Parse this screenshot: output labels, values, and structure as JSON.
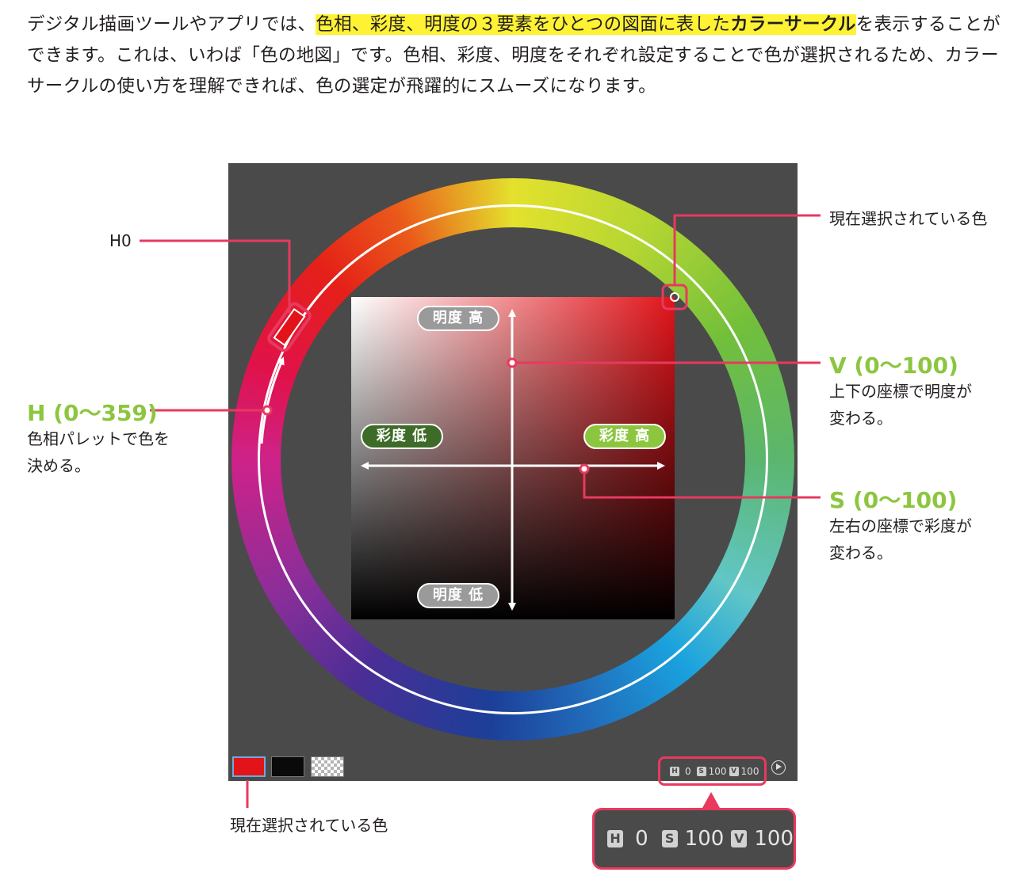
{
  "intro": {
    "part1": "デジタル描画ツールやアプリでは、",
    "highlight": "色相、彩度、明度の３要素をひとつの図面に表した",
    "highlight_bold": "カラーサークル",
    "part2": "を表示することができます。これは、いわば「色の地図」です。色相、彩度、明度をそれぞれ設定することで色が選択されるため、カラーサークルの使い方を理解できれば、色の選定が飛躍的にスムーズになります。"
  },
  "color_circle": {
    "pill_top": "明度 高",
    "pill_bottom": "明度 低",
    "pill_left": "彩度 低",
    "pill_right": "彩度 高"
  },
  "swatches": {
    "current_color": "#e2141a",
    "secondary_color": "#0a0a0a"
  },
  "hsv_readout": {
    "h_badge": "H",
    "h_value": "0",
    "s_badge": "S",
    "s_value": "100",
    "v_badge": "V",
    "v_value": "100"
  },
  "callouts": {
    "h0": "H0",
    "current_color_top": "現在選択されている色",
    "h_title": "H (0〜359)",
    "h_line1": "色相パレットで色を",
    "h_line2": "決める。",
    "v_title": "V (0〜100)",
    "v_line1": "上下の座標で明度が",
    "v_line2": "変わる。",
    "s_title": "S (0〜100)",
    "s_line1": "左右の座標で彩度が",
    "s_line2": "変わる。",
    "current_color_bottom": "現在選択されている色"
  },
  "colors": {
    "callout_line": "#e8395f",
    "green_accent": "#8cc63f",
    "highlight": "#fff235",
    "panel": "#4a4a4a"
  }
}
